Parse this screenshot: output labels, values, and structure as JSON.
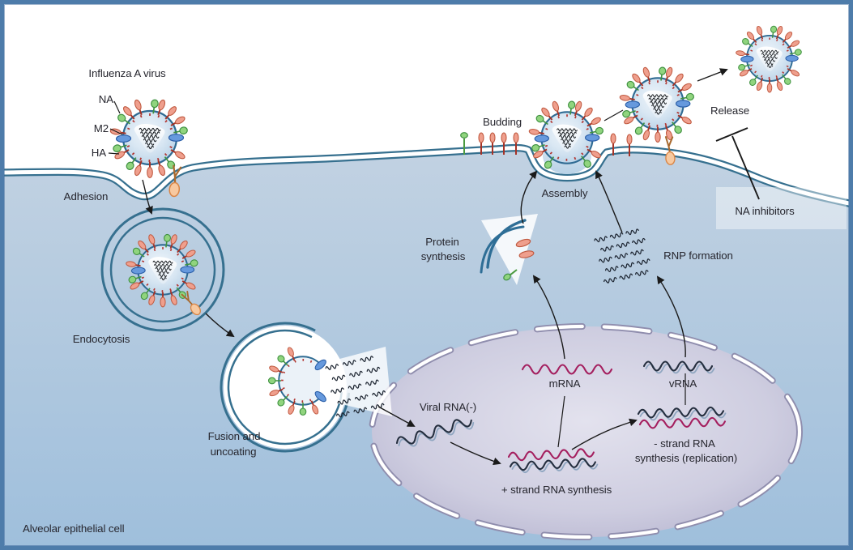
{
  "labels": {
    "virus_title": "Influenza A virus",
    "protein_na": "NA",
    "protein_m2": "M2",
    "protein_ha": "HA",
    "step_adhesion": "Adhesion",
    "step_endocytosis": "Endocytosis",
    "step_fusion": [
      "Fusion and",
      "uncoating"
    ],
    "viral_rna": "Viral RNA(-)",
    "plus_strand": "+ strand RNA synthesis",
    "mrna": "mRNA",
    "vrna": "vRNA",
    "minus_strand": [
      "- strand RNA",
      "synthesis (replication)"
    ],
    "protein_synthesis": [
      "Protein",
      "synthesis"
    ],
    "rnp_formation": "RNP formation",
    "step_assembly": "Assembly",
    "step_budding": "Budding",
    "step_release": "Release",
    "na_inhibitors": "NA inhibitors",
    "cell_label": "Alveolar epithelial cell"
  },
  "colors": {
    "frame": "#4e7caa",
    "membrane": "#36708f",
    "envelope_stroke": "#2f6b93",
    "cell_top": "#c2d2e2",
    "cell_bottom": "#9fbfdc",
    "nucleus_center": "#e3e2ee",
    "nucleus_edge": "#b0aecb",
    "nucleus_ring": "#8f8dad",
    "ha_spike": "#ef9f8d",
    "ha_stroke": "#c05a41",
    "ha_stem": "#a53226",
    "na_protein": "#90d47e",
    "na_stroke": "#3f9140",
    "m2_protein": "#6699dd",
    "m2_stroke": "#2b5fa8",
    "virus_tick": "#b23530",
    "rna_dark": "#242e3e",
    "rna_echo": "#8fa6c0",
    "mrna_magenta": "#a41e5e",
    "receptor_fill": "#f7c9a0",
    "receptor_stroke": "#d98545",
    "glycan": "#a96a2f",
    "arrow": "#1a1a1a",
    "text": "#26262e"
  }
}
